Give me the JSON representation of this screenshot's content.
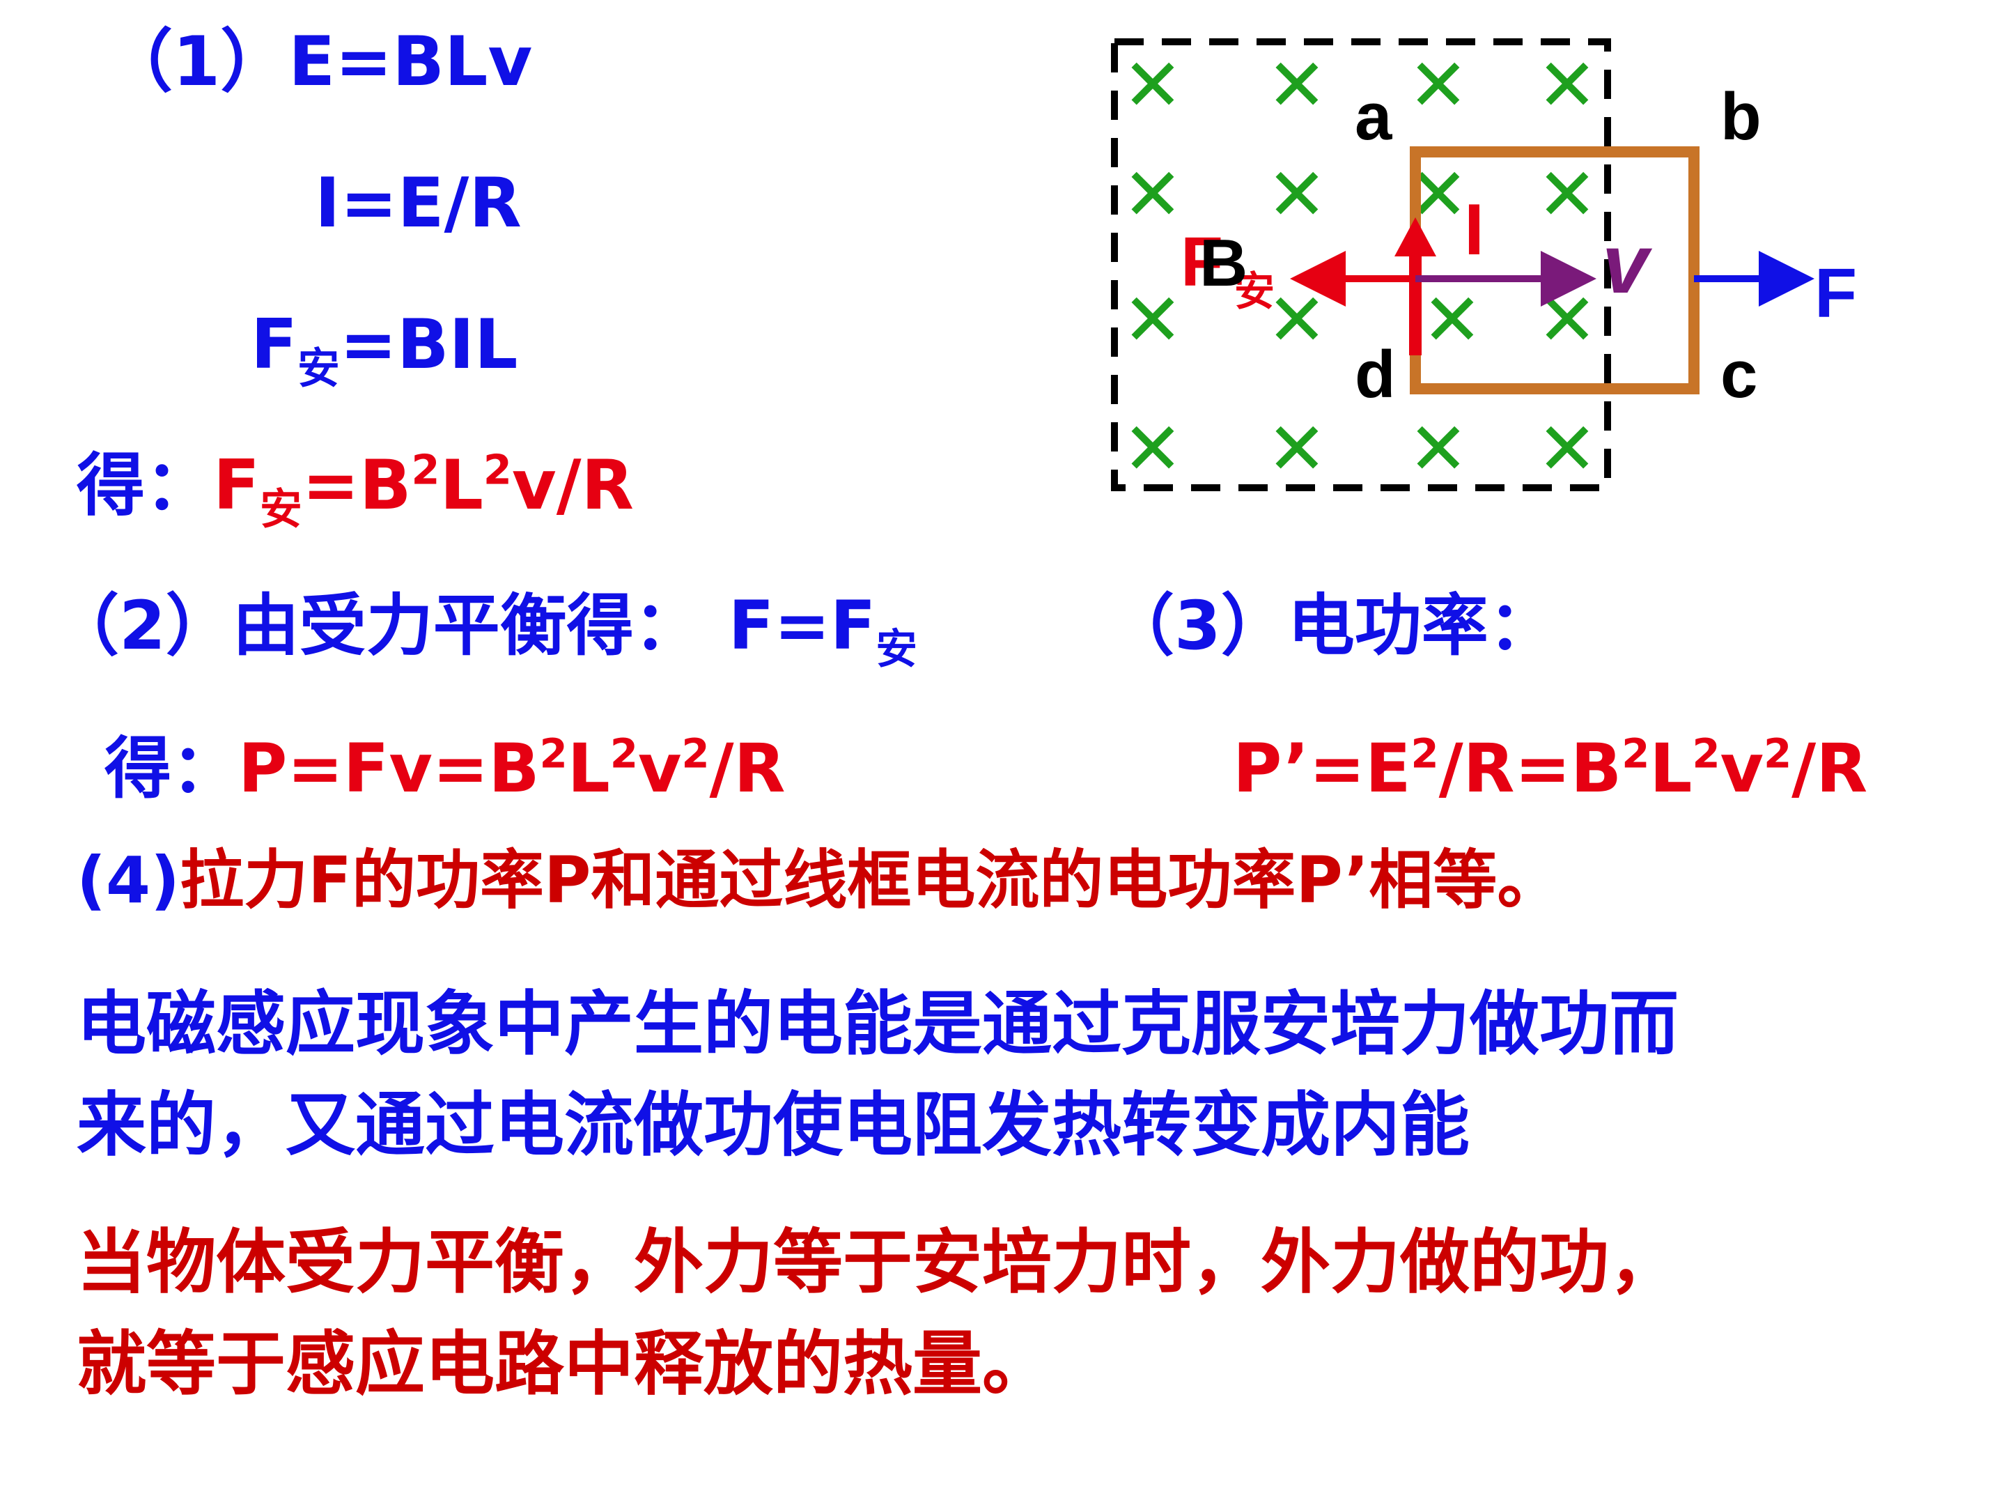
{
  "eq1": {
    "prefix": "（1）",
    "formula": "E=BLv"
  },
  "eq2": {
    "formula": "I=E/R"
  },
  "eq3": {
    "base": "F",
    "sub": "安",
    "rest": "=BIL"
  },
  "eq4": {
    "lead": "得：",
    "f": "F",
    "f_sub": "安",
    "eq": "=B",
    "exp1": "2",
    "l": "L",
    "exp2": "2",
    "rest": "v/R"
  },
  "part2": {
    "text": "（2）由受力平衡得：",
    "f": "F=F",
    "f_sub": "安"
  },
  "part3": {
    "text": "（3）电功率："
  },
  "line_p": {
    "lead": "得：",
    "a": "P=Fv=B",
    "e1": "2",
    "b": "L",
    "e2": "2",
    "c": "v",
    "e3": "2",
    "d": "/R"
  },
  "line_p2": {
    "a": "P’=E",
    "e1": "2",
    "b": "/R=B",
    "e2": "2",
    "c": "L",
    "e3": "2",
    "d": "v",
    "e4": "2",
    "e": "/R"
  },
  "part4": {
    "prefix": "(4)",
    "text": "拉力F的功率P和通过线框电流的电功率P’相等。"
  },
  "para1": {
    "line1": "电磁感应现象中产生的电能是通过克服安培力做功而",
    "line2": "来的，又通过电流做功使电阻发热转变成内能"
  },
  "para2": {
    "line1": "当物体受力平衡，外力等于安培力时，外力做的功，",
    "line2": "就等于感应电路中释放的热量。"
  },
  "diagram": {
    "labels": {
      "a": "a",
      "b": "b",
      "c": "c",
      "d": "d",
      "B": "B",
      "I": "I",
      "v": "v",
      "F": "F",
      "F_an": "F",
      "an": "安"
    },
    "cross": "✕",
    "colors": {
      "field_border": "#000000",
      "cross": "#1ea01e",
      "frame": "#c87428",
      "current": "#e60012",
      "velocity": "#7a1a7a",
      "force": "#1010e6",
      "ampere_force": "#e60012"
    }
  }
}
